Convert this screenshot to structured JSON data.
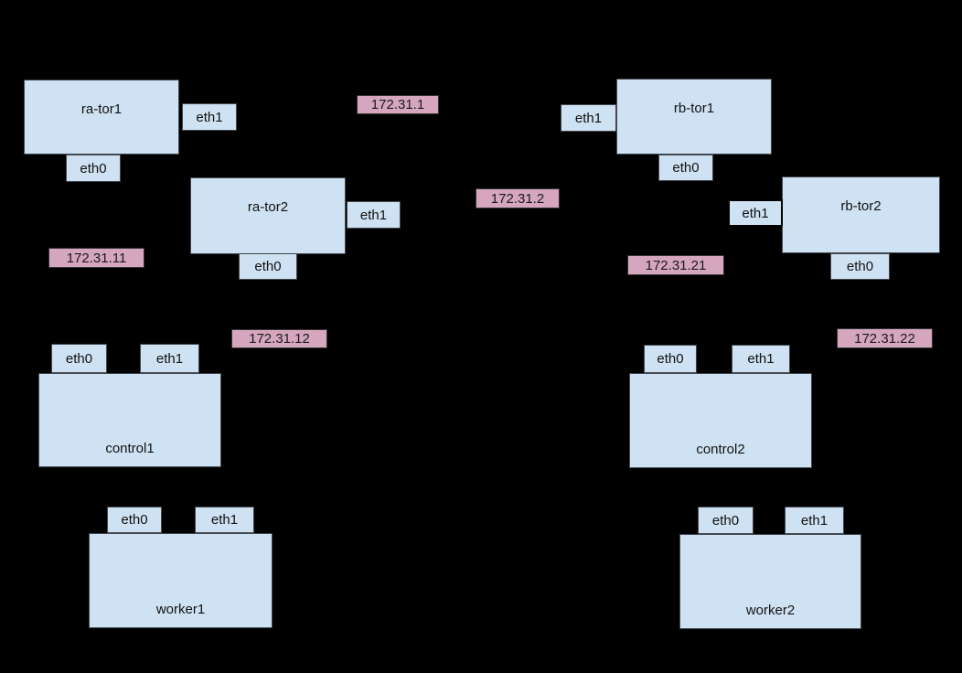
{
  "diagram": {
    "type": "network-topology",
    "colors": {
      "background": "#000000",
      "node_fill": "#cfe2f3",
      "node_border": "#43484e",
      "ip_fill": "#d5a6bd",
      "text": "#111111"
    },
    "nodes": [
      {
        "id": "ra-tor1",
        "label": "ra-tor1",
        "ports": [
          "eth0",
          "eth1"
        ]
      },
      {
        "id": "ra-tor2",
        "label": "ra-tor2",
        "ports": [
          "eth0",
          "eth1"
        ]
      },
      {
        "id": "rb-tor1",
        "label": "rb-tor1",
        "ports": [
          "eth0",
          "eth1"
        ]
      },
      {
        "id": "rb-tor2",
        "label": "rb-tor2",
        "ports": [
          "eth0",
          "eth1"
        ]
      },
      {
        "id": "control1",
        "label": "control1",
        "ports": [
          "eth0",
          "eth1"
        ]
      },
      {
        "id": "worker1",
        "label": "worker1",
        "ports": [
          "eth0",
          "eth1"
        ]
      },
      {
        "id": "control2",
        "label": "control2",
        "ports": [
          "eth0",
          "eth1"
        ]
      },
      {
        "id": "worker2",
        "label": "worker2",
        "ports": [
          "eth0",
          "eth1"
        ]
      }
    ],
    "ip_labels": [
      {
        "id": "172.31.1",
        "text": "172.31.1"
      },
      {
        "id": "172.31.2",
        "text": "172.31.2"
      },
      {
        "id": "172.31.11",
        "text": "172.31.11"
      },
      {
        "id": "172.31.12",
        "text": "172.31.12"
      },
      {
        "id": "172.31.21",
        "text": "172.31.21"
      },
      {
        "id": "172.31.22",
        "text": "172.31.22"
      }
    ]
  }
}
